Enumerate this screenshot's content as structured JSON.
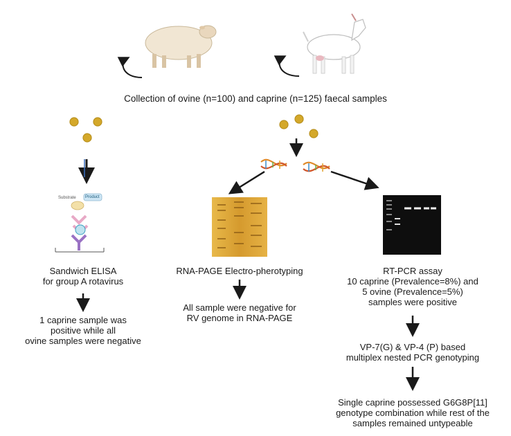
{
  "title": "Collection of ovine (n=100) and caprine (n=125) faecal samples",
  "elisa": {
    "title_lines": [
      "Sandwich ELISA",
      "for group A rotavirus"
    ],
    "result_lines": [
      "1 caprine sample was",
      "positive while all",
      "ovine samples were negative"
    ],
    "substrate_label": "Substrate",
    "product_label": "Product"
  },
  "rna_page": {
    "title": "RNA-PAGE Electro-pherotyping",
    "result_lines": [
      "All sample were negative for",
      "RV genome in RNA-PAGE"
    ]
  },
  "rt_pcr": {
    "title_lines": [
      "RT-PCR assay",
      "10 caprine (Prevalence=8%) and",
      "5 ovine (Prevalence=5%)",
      "samples were positive"
    ],
    "genotyping_lines": [
      "VP-7(G) & VP-4 (P) based",
      "multiplex nested PCR genotyping"
    ],
    "final_lines": [
      "Single caprine possessed G6G8P[11]",
      "genotype combination while rest of the",
      "samples remained untypeable"
    ]
  },
  "colors": {
    "arrow": "#1a1a1a",
    "virus": "#d4a82a",
    "gel_page": "#d9a53a",
    "gel_agarose": "#111111"
  }
}
